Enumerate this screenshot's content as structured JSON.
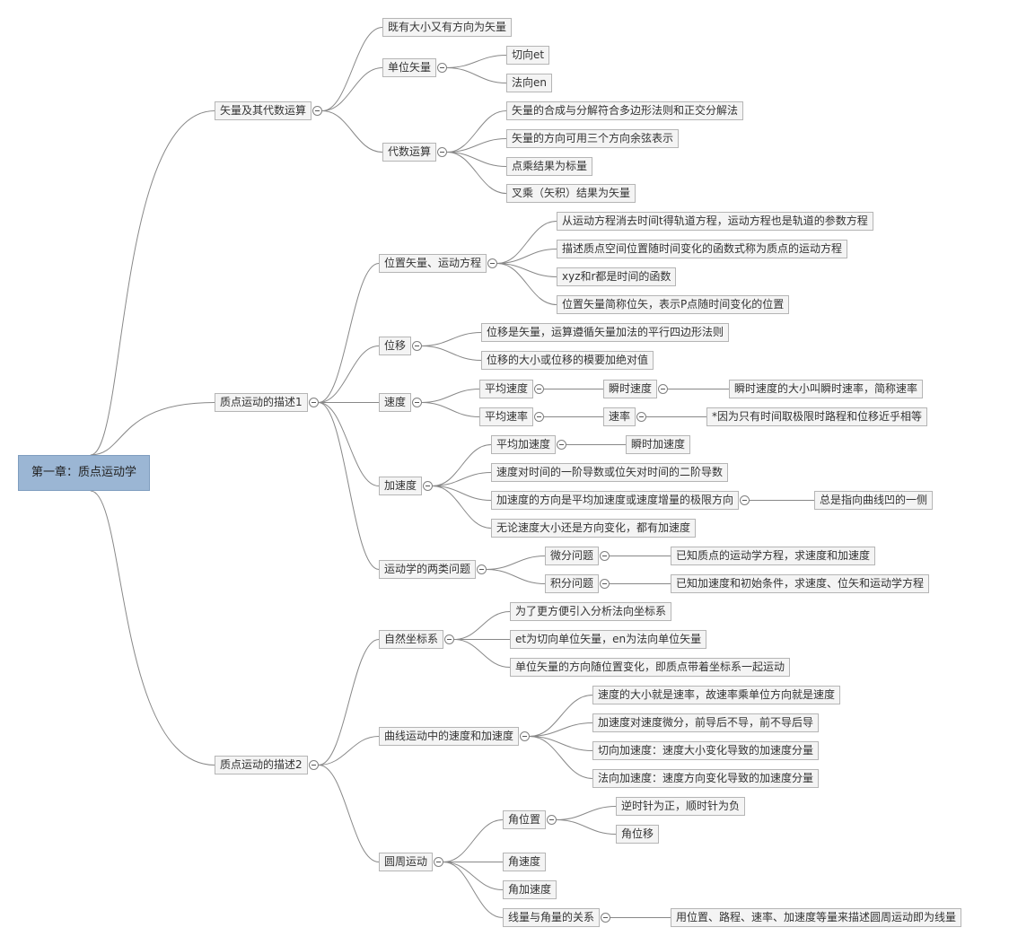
{
  "nodes": {
    "root": "第一章：质点运动学",
    "b1": "矢量及其代数运算",
    "b1_1": "既有大小又有方向为矢量",
    "b1_2": "单位矢量",
    "b1_2_1": "切向et",
    "b1_2_2": "法向en",
    "b1_3": "代数运算",
    "b1_3_1": "矢量的合成与分解符合多边形法则和正交分解法",
    "b1_3_2": "矢量的方向可用三个方向余弦表示",
    "b1_3_3": "点乘结果为标量",
    "b1_3_4": "叉乘（矢积）结果为矢量",
    "b2": "质点运动的描述1",
    "b2_1": "位置矢量、运动方程",
    "b2_1_1": "从运动方程消去时间t得轨道方程，运动方程也是轨道的参数方程",
    "b2_1_2": "描述质点空间位置随时间变化的函数式称为质点的运动方程",
    "b2_1_3": "xyz和r都是时间的函数",
    "b2_1_4": "位置矢量简称位矢，表示P点随时间变化的位置",
    "b2_2": "位移",
    "b2_2_1": "位移是矢量，运算遵循矢量加法的平行四边形法则",
    "b2_2_2": "位移的大小或位移的模要加绝对值",
    "b2_3": "速度",
    "b2_3_1": "平均速度",
    "b2_3_1_1": "瞬时速度",
    "b2_3_1_1_1": "瞬时速度的大小叫瞬时速率，简称速率",
    "b2_3_2": "平均速率",
    "b2_3_2_1": "速率",
    "b2_3_2_1_1": "*因为只有时间取极限时路程和位移近乎相等",
    "b2_4": "加速度",
    "b2_4_1": "平均加速度",
    "b2_4_1_1": "瞬时加速度",
    "b2_4_2": "速度对时间的一阶导数或位矢对时间的二阶导数",
    "b2_4_3": "加速度的方向是平均加速度或速度增量的极限方向",
    "b2_4_3_1": "总是指向曲线凹的一侧",
    "b2_4_4": "无论速度大小还是方向变化，都有加速度",
    "b2_5": "运动学的两类问题",
    "b2_5_1": "微分问题",
    "b2_5_1_1": "已知质点的运动学方程，求速度和加速度",
    "b2_5_2": "积分问题",
    "b2_5_2_1": "已知加速度和初始条件，求速度、位矢和运动学方程",
    "b3": "质点运动的描述2",
    "b3_1": "自然坐标系",
    "b3_1_1": "为了更方便引入分析法向坐标系",
    "b3_1_2": "et为切向单位矢量，en为法向单位矢量",
    "b3_1_3": "单位矢量的方向随位置变化，即质点带着坐标系一起运动",
    "b3_2": "曲线运动中的速度和加速度",
    "b3_2_1": "速度的大小就是速率，故速率乘单位方向就是速度",
    "b3_2_2": "加速度对速度微分，前导后不导，前不导后导",
    "b3_2_3": "切向加速度：速度大小变化导致的加速度分量",
    "b3_2_4": "法向加速度：速度方向变化导致的加速度分量",
    "b3_3": "圆周运动",
    "b3_3_1": "角位置",
    "b3_3_1_1": "逆时针为正，顺时针为负",
    "b3_3_1_2": "角位移",
    "b3_3_2": "角速度",
    "b3_3_3": "角加速度",
    "b3_3_4": "线量与角量的关系",
    "b3_3_4_1": "用位置、路程、速率、加速度等量来描述圆周运动即为线量"
  },
  "colors": {
    "root_fill": "#9bb6d4",
    "node_fill": "#f4f4f4",
    "node_border": "#b5b5b5",
    "connector": "#888888"
  }
}
